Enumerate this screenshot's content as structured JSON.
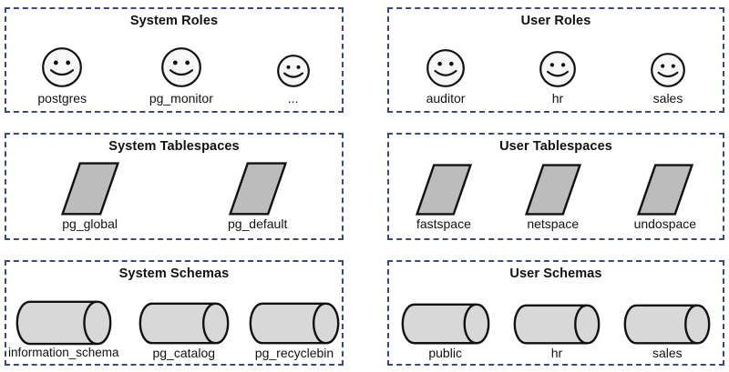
{
  "theme": {
    "box_border_color": "#3b4a7a",
    "shape_stroke_color": "#111111",
    "parallelogram_fill": "#bcbcbc",
    "cylinder_fill": "#d8d8d8",
    "smiley_fill": "#f7f7f7",
    "background": "#ffffff",
    "text_color": "#111111"
  },
  "groups": [
    {
      "id": "system-roles",
      "title": "System Roles",
      "shape": "smiley",
      "items": [
        {
          "label": "postgres",
          "size": 46
        },
        {
          "label": "pg_monitor",
          "size": 46
        },
        {
          "label": "...",
          "size": 38
        }
      ]
    },
    {
      "id": "user-roles",
      "title": "User Roles",
      "shape": "smiley",
      "items": [
        {
          "label": "auditor",
          "size": 44
        },
        {
          "label": "hr",
          "size": 42
        },
        {
          "label": "sales",
          "size": 40
        }
      ]
    },
    {
      "id": "system-tablespaces",
      "title": "System Tablespaces",
      "shape": "parallelogram",
      "items": [
        {
          "label": "pg_global",
          "size": 64
        },
        {
          "label": "pg_default",
          "size": 64
        }
      ]
    },
    {
      "id": "user-tablespaces",
      "title": "User Tablespaces",
      "shape": "parallelogram",
      "items": [
        {
          "label": "fastspace",
          "size": 62
        },
        {
          "label": "netspace",
          "size": 62
        },
        {
          "label": "undospace",
          "size": 62
        }
      ]
    },
    {
      "id": "system-schemas",
      "title": "System Schemas",
      "shape": "cylinder",
      "items": [
        {
          "label": "information_schema",
          "size": 106
        },
        {
          "label": "pg_catalog",
          "size": 100
        },
        {
          "label": "pg_recyclebin",
          "size": 100
        }
      ]
    },
    {
      "id": "user-schemas",
      "title": "User Schemas",
      "shape": "cylinder",
      "items": [
        {
          "label": "public",
          "size": 98
        },
        {
          "label": "hr",
          "size": 96
        },
        {
          "label": "sales",
          "size": 96
        }
      ]
    }
  ]
}
